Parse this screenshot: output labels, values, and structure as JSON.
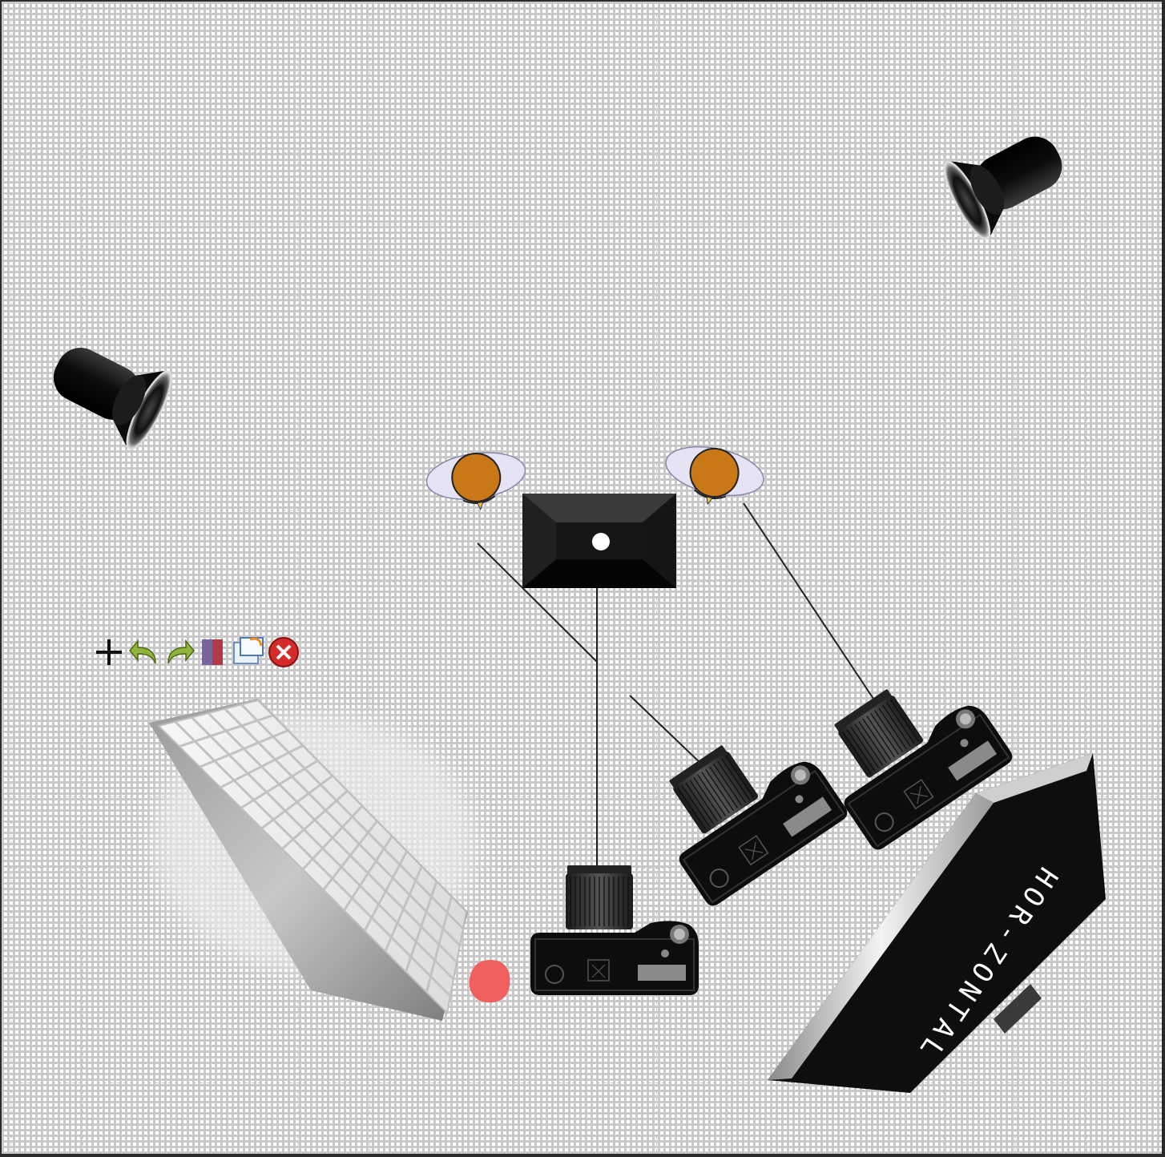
{
  "diagram": {
    "softbox_label": "HOR-ZONTAL"
  },
  "toolbar": {
    "items": [
      {
        "name": "move",
        "icon": "move-cross-icon"
      },
      {
        "name": "undo",
        "icon": "undo-arrow-icon"
      },
      {
        "name": "redo",
        "icon": "redo-arrow-icon"
      },
      {
        "name": "color",
        "icon": "color-swatch-icon"
      },
      {
        "name": "duplicate",
        "icon": "duplicate-window-icon"
      },
      {
        "name": "delete",
        "icon": "delete-x-icon"
      }
    ]
  },
  "colors": {
    "grid": "#c9c9c9",
    "equipment": "#111111",
    "model_head": "#c97818",
    "model_shoulders": "#e6e4f4",
    "marker": "#f25f5f"
  }
}
